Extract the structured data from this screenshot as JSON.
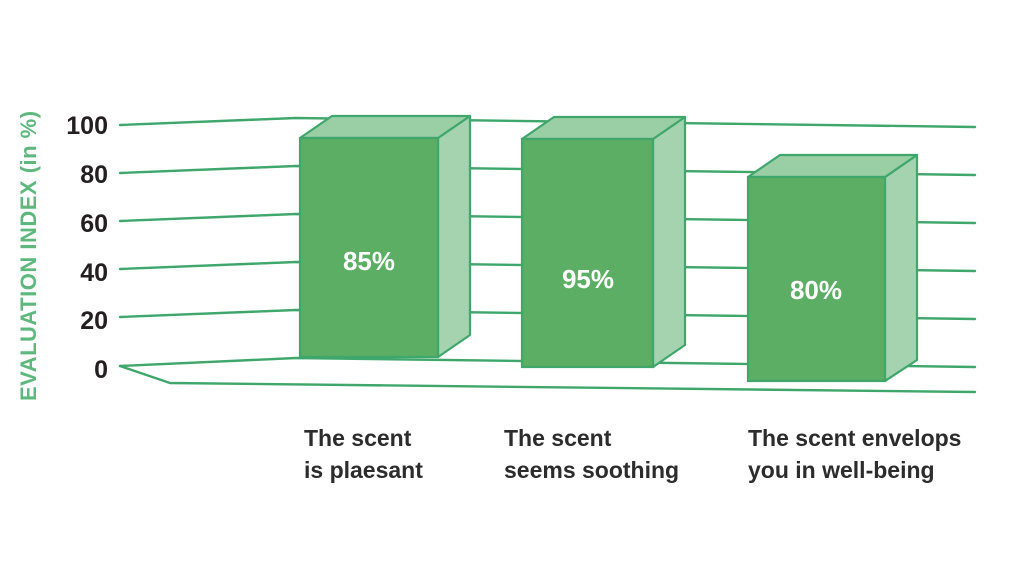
{
  "chart_data": {
    "type": "bar",
    "title": "",
    "subtitle": "",
    "xlabel": "",
    "ylabel": "EVALUATION INDEX (in %)",
    "ylim": [
      0,
      100
    ],
    "yticks": [
      "0",
      "20",
      "40",
      "60",
      "80",
      "100"
    ],
    "grid": true,
    "legend": "none",
    "style": "3d-bar",
    "categories": [
      "The scent\nis plaesant",
      "The scent\nseems soothing",
      "The scent envelops\nyou in well-being"
    ],
    "values": [
      85,
      95,
      80
    ],
    "data_labels": [
      "85%",
      "95%",
      "80%"
    ],
    "colors": {
      "bar_front": "#5CAE64",
      "bar_side": "#A5D3AF",
      "bar_top": "#8FC79C",
      "bar_outline": "#3FA76C",
      "grid_line": "#3FA76C",
      "axis_title": "#5EB87E",
      "tick_text": "#231f20",
      "category_text": "#2c2c2c",
      "value_text": "#ffffff",
      "background": "#ffffff"
    }
  },
  "axis": {
    "y_title": "EVALUATION INDEX (in %)",
    "ticks": [
      {
        "label": "100"
      },
      {
        "label": "80"
      },
      {
        "label": "60"
      },
      {
        "label": "40"
      },
      {
        "label": "20"
      },
      {
        "label": "0"
      }
    ]
  },
  "bars": [
    {
      "value_label": "85%",
      "cat_line1": "The scent",
      "cat_line2": "is plaesant"
    },
    {
      "value_label": "95%",
      "cat_line1": "The scent",
      "cat_line2": "seems soothing"
    },
    {
      "value_label": "80%",
      "cat_line1": "The scent envelops",
      "cat_line2": "you in well-being"
    }
  ]
}
